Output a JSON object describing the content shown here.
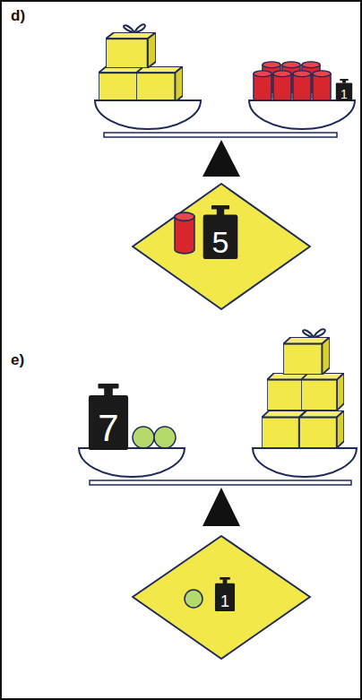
{
  "diagram": {
    "nodes": [
      {
        "text": [
          "1"
        ]
      },
      {
        "text": [
          "5"
        ]
      },
      {
        "text": [
          "7"
        ]
      },
      {
        "text": [
          "1"
        ]
      }
    ],
    "labels": [
      "d)",
      "e)"
    ]
  }
}
